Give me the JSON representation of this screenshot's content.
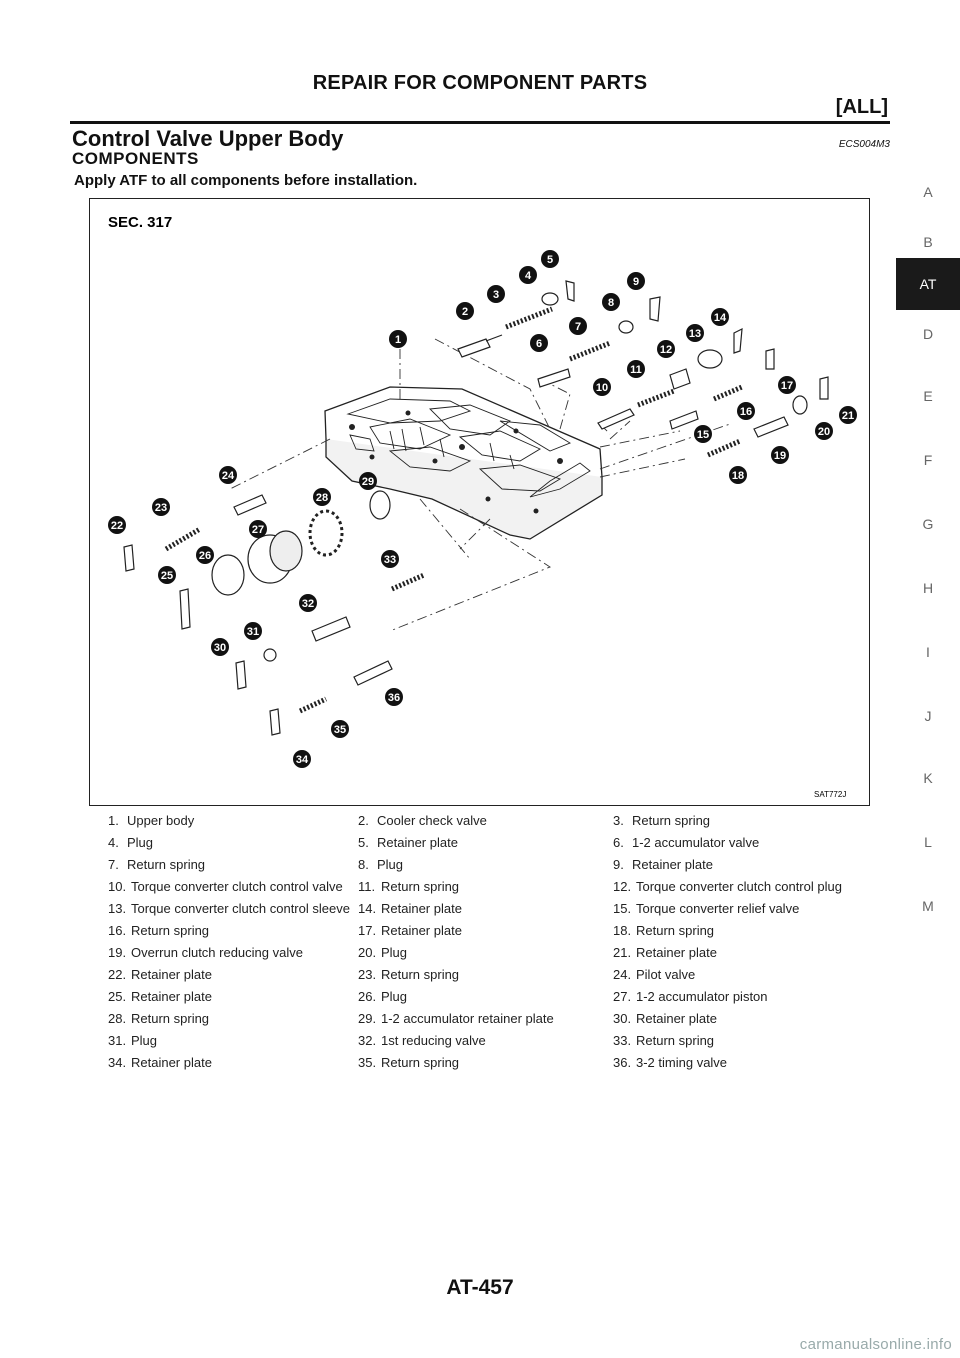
{
  "header": {
    "title": "REPAIR FOR COMPONENT PARTS",
    "subtitle": "[ALL]"
  },
  "section": {
    "title": "Control Valve Upper Body",
    "code": "ECS004M3"
  },
  "subsection": "COMPONENTS",
  "note": "Apply ATF to all components before installation.",
  "figure": {
    "sec_label": "SEC. 317",
    "ref_code": "SAT772J",
    "callouts": [
      "1",
      "2",
      "3",
      "4",
      "5",
      "6",
      "7",
      "8",
      "9",
      "10",
      "11",
      "12",
      "13",
      "14",
      "15",
      "16",
      "17",
      "18",
      "19",
      "20",
      "21",
      "22",
      "23",
      "24",
      "25",
      "26",
      "27",
      "28",
      "29",
      "30",
      "31",
      "32",
      "33",
      "34",
      "35",
      "36"
    ]
  },
  "parts": [
    {
      "num": "1.",
      "name": "Upper body"
    },
    {
      "num": "2.",
      "name": "Cooler check valve"
    },
    {
      "num": "3.",
      "name": "Return spring"
    },
    {
      "num": "4.",
      "name": "Plug"
    },
    {
      "num": "5.",
      "name": "Retainer plate"
    },
    {
      "num": "6.",
      "name": "1-2 accumulator valve"
    },
    {
      "num": "7.",
      "name": "Return spring"
    },
    {
      "num": "8.",
      "name": "Plug"
    },
    {
      "num": "9.",
      "name": "Retainer plate"
    },
    {
      "num": "10.",
      "name": "Torque converter clutch control valve"
    },
    {
      "num": "11.",
      "name": "Return spring"
    },
    {
      "num": "12.",
      "name": "Torque converter clutch control plug"
    },
    {
      "num": "13.",
      "name": "Torque converter clutch control sleeve"
    },
    {
      "num": "14.",
      "name": "Retainer plate"
    },
    {
      "num": "15.",
      "name": "Torque converter relief valve"
    },
    {
      "num": "16.",
      "name": "Return spring"
    },
    {
      "num": "17.",
      "name": "Retainer plate"
    },
    {
      "num": "18.",
      "name": "Return spring"
    },
    {
      "num": "19.",
      "name": "Overrun clutch reducing valve"
    },
    {
      "num": "20.",
      "name": "Plug"
    },
    {
      "num": "21.",
      "name": "Retainer plate"
    },
    {
      "num": "22.",
      "name": "Retainer plate"
    },
    {
      "num": "23.",
      "name": "Return spring"
    },
    {
      "num": "24.",
      "name": "Pilot valve"
    },
    {
      "num": "25.",
      "name": "Retainer plate"
    },
    {
      "num": "26.",
      "name": "Plug"
    },
    {
      "num": "27.",
      "name": "1-2 accumulator piston"
    },
    {
      "num": "28.",
      "name": "Return spring"
    },
    {
      "num": "29.",
      "name": "1-2 accumulator retainer plate"
    },
    {
      "num": "30.",
      "name": "Retainer plate"
    },
    {
      "num": "31.",
      "name": "Plug"
    },
    {
      "num": "32.",
      "name": "1st reducing valve"
    },
    {
      "num": "33.",
      "name": "Return spring"
    },
    {
      "num": "34.",
      "name": "Retainer plate"
    },
    {
      "num": "35.",
      "name": "Return spring"
    },
    {
      "num": "36.",
      "name": "3-2 timing valve"
    }
  ],
  "side_tabs": [
    "A",
    "B",
    "AT",
    "D",
    "E",
    "F",
    "G",
    "H",
    "I",
    "J",
    "K",
    "L",
    "M"
  ],
  "active_tab": "AT",
  "footer": {
    "page": "AT-457"
  },
  "watermark": "carmanualsonline.info"
}
